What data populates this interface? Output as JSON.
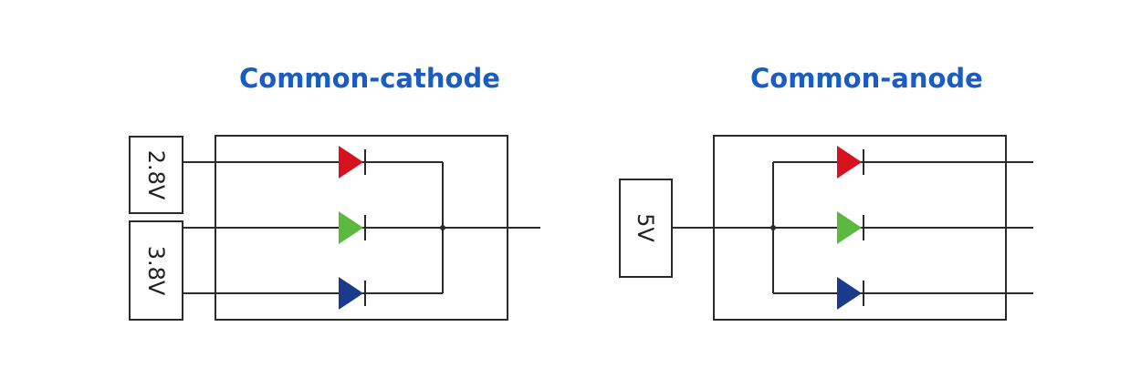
{
  "diagrams": {
    "left": {
      "title": "Common-cathode",
      "voltage_labels": [
        "2.8V",
        "3.8V"
      ]
    },
    "right": {
      "title": "Common-anode",
      "voltage_labels": [
        "5V"
      ]
    }
  },
  "led_colors": {
    "red": "#d6121f",
    "green": "#5cb940",
    "blue": "#1c3a8c"
  },
  "title_color": "#1a5cc0",
  "line_color": "#2a2a2a"
}
